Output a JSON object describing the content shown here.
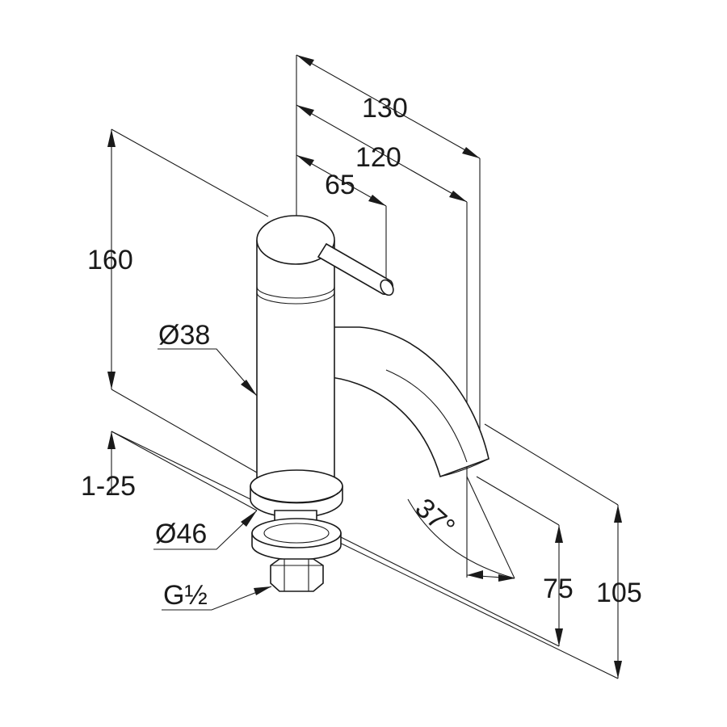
{
  "dimensions": {
    "width_total": "130",
    "width_spout": "120",
    "width_lever": "65",
    "height_total": "160",
    "body_diameter": "Ø38",
    "base_diameter": "Ø46",
    "clamp_range": "1-25",
    "connection_thread": "G½",
    "spout_angle": "37°",
    "spout_height": "75",
    "outlet_height": "105"
  },
  "colors": {
    "ink": "#1a1a1a",
    "background": "#ffffff"
  }
}
